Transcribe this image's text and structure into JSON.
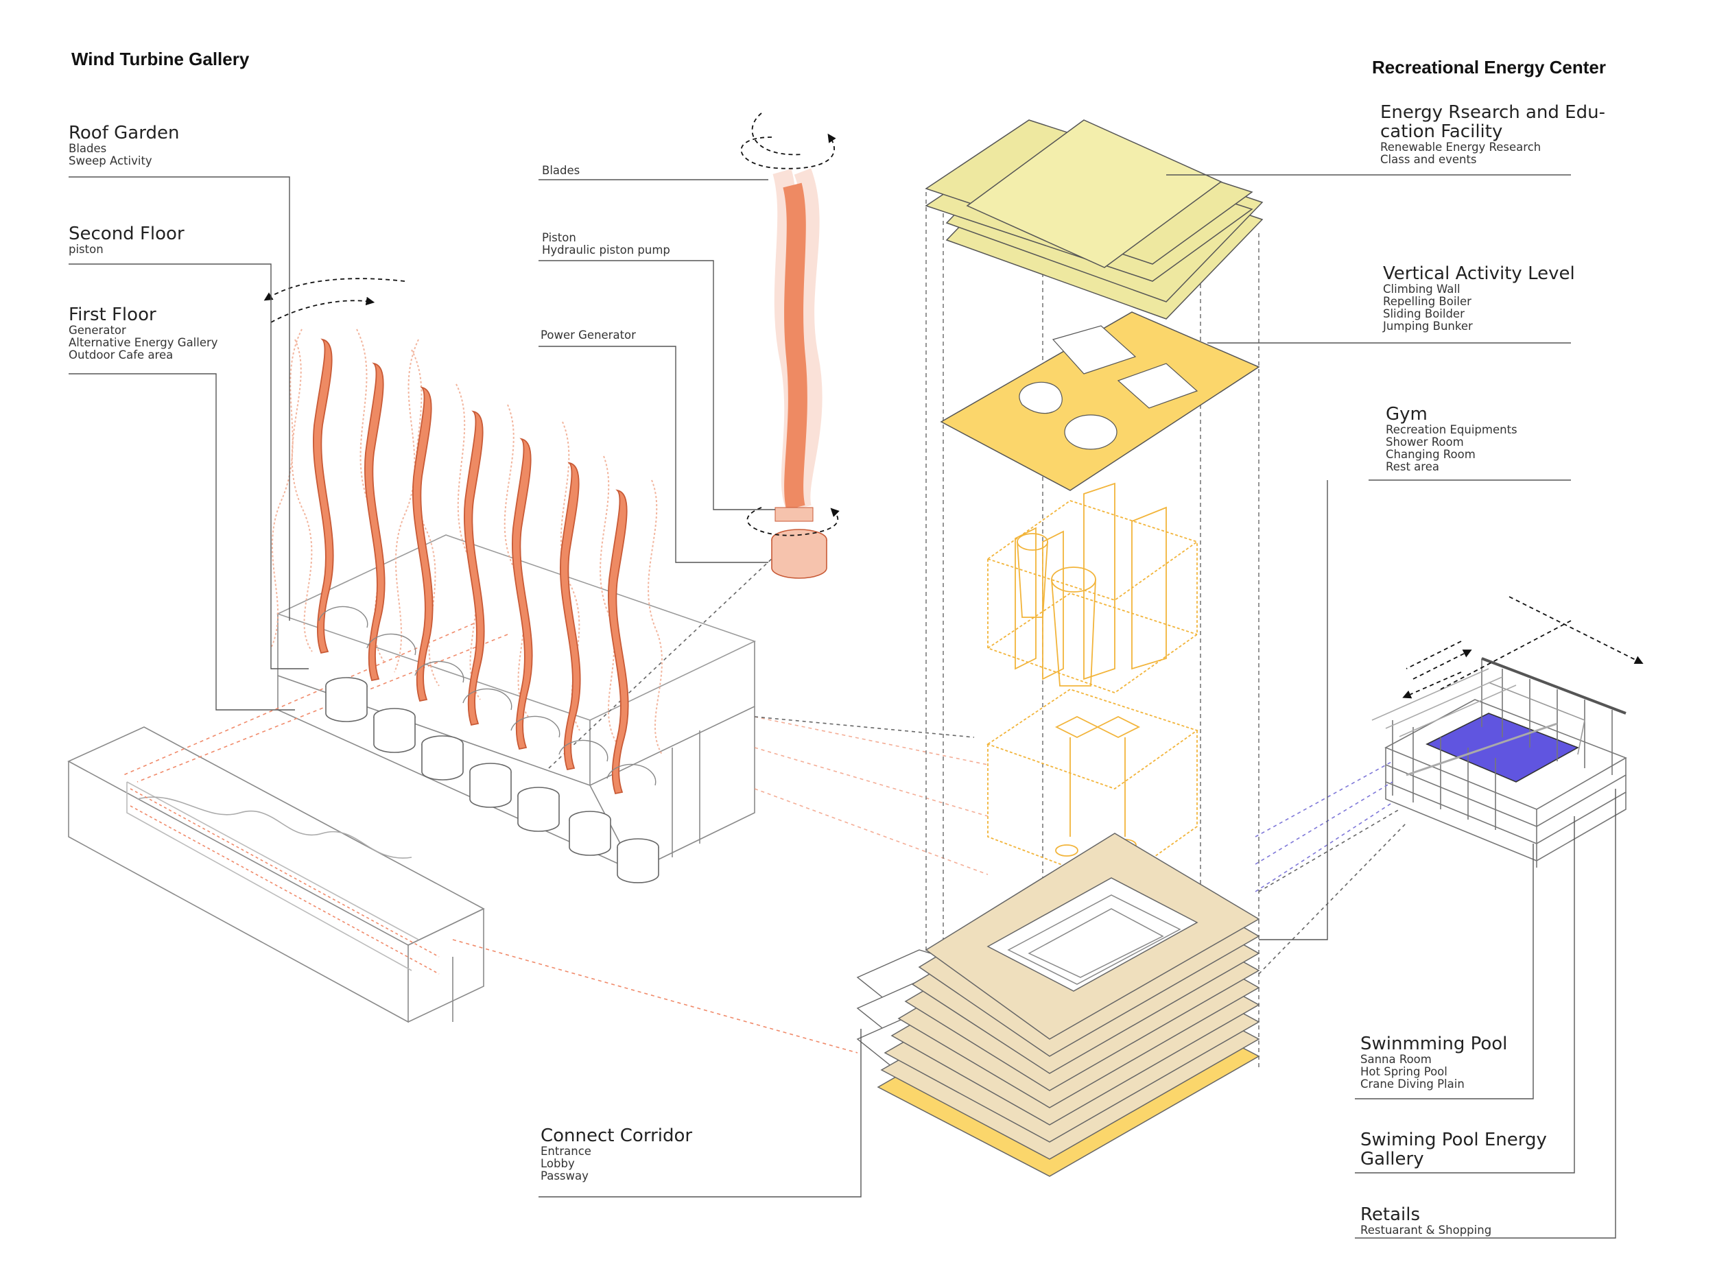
{
  "titles": {
    "left": "Wind Turbine Gallery",
    "right": "Recreational Energy Center"
  },
  "left_labels": {
    "roof_garden": {
      "heading": "Roof Garden",
      "items": [
        "Blades",
        "Sweep Activity"
      ]
    },
    "second_floor": {
      "heading": "Second Floor",
      "items": [
        "piston"
      ]
    },
    "first_floor": {
      "heading": "First Floor",
      "items": [
        "Generator",
        "Alternative Energy Gallery",
        "Outdoor Cafe area"
      ]
    }
  },
  "turbine_labels": {
    "blades": "Blades",
    "piston": "Piston",
    "piston_sub": "Hydraulic piston pump",
    "generator": "Power Generator"
  },
  "right_labels": {
    "research": {
      "heading_line1": "Energy Rsearch and Edu-",
      "heading_line2": "cation Facility",
      "items": [
        "Renewable Energy Research",
        "Class and events"
      ]
    },
    "vertical": {
      "heading": "Vertical Activity Level",
      "items": [
        "Climbing Wall",
        "Repelling Boiler",
        "Sliding Boilder",
        "Jumping Bunker"
      ]
    },
    "gym": {
      "heading": "Gym",
      "items": [
        "Recreation Equipments",
        "Shower Room",
        "Changing Room",
        "Rest area"
      ]
    },
    "pool": {
      "heading": "Swinmming Pool",
      "items": [
        "Sanna Room",
        "Hot Spring Pool",
        "Crane Diving Plain"
      ]
    },
    "pool_gallery": {
      "heading_line1": "Swiming Pool Energy",
      "heading_line2": "Gallery"
    },
    "retails": {
      "heading": "Retails",
      "items": [
        "Restuarant & Shopping"
      ]
    }
  },
  "corridor_labels": {
    "heading": "Connect Corridor",
    "items": [
      "Entrance",
      "Lobby",
      "Passway"
    ]
  },
  "colors": {
    "blade": "#ee8a63",
    "blade_ghost": "#f6c3ad",
    "research_floor": "#eee8a0",
    "activity_floor": "#fbd66b",
    "gym_outline": "#f2b43a",
    "base_floor": "#efdfbd",
    "base_bottom": "#fbd66b",
    "pool_water": "#6055e0",
    "leader": "#555555"
  }
}
